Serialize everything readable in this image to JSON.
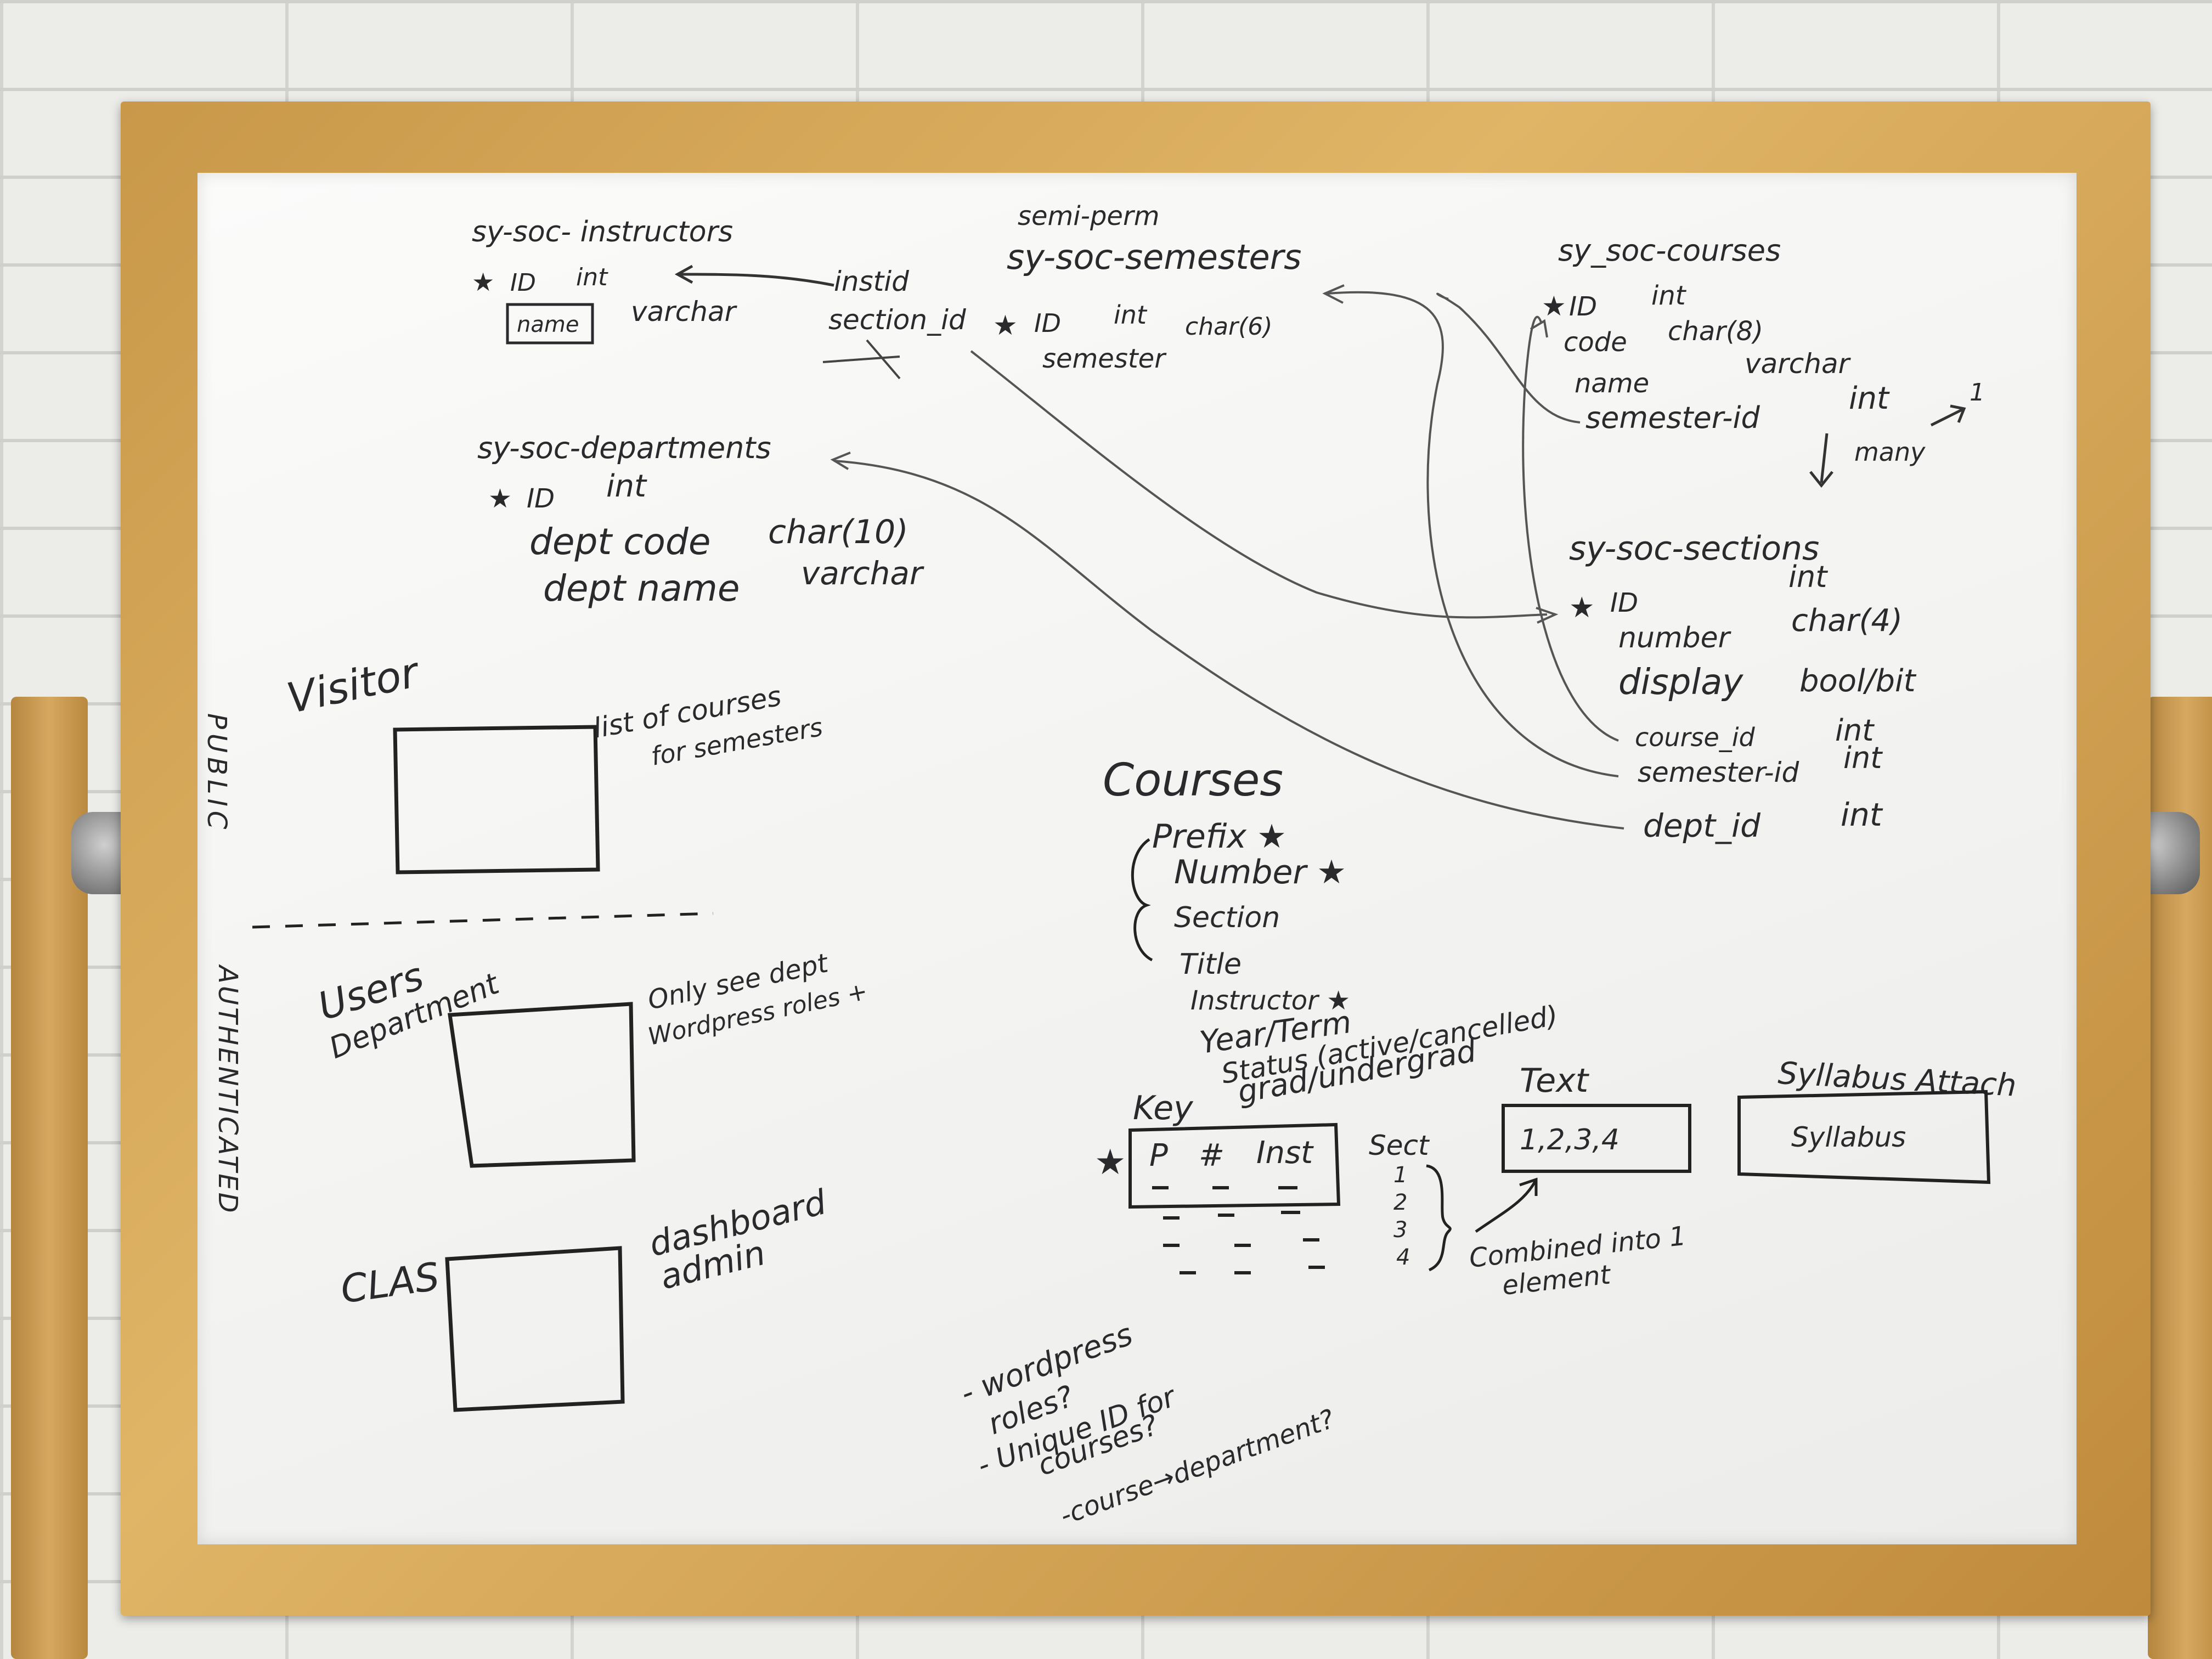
{
  "instructors_table": {
    "title": "sy-soc- instructors",
    "rows": [
      {
        "name": "ID",
        "type": "int",
        "key": "★"
      },
      {
        "name": "name",
        "type": "varchar"
      }
    ]
  },
  "fk_note": {
    "line1": "instid",
    "line2": "section_id"
  },
  "semesters_table": {
    "note": "semi-perm",
    "title": "sy-soc-semesters",
    "rows": [
      {
        "name": "ID",
        "type": "int",
        "key": "★"
      },
      {
        "name": "semester",
        "type": "char(6)"
      }
    ]
  },
  "courses_table": {
    "title": "sy_soc-courses",
    "rows": [
      {
        "name": "ID",
        "type": "int",
        "key": "★"
      },
      {
        "name": "code",
        "type": "char(8)"
      },
      {
        "name": "name",
        "type": "varchar"
      },
      {
        "name": "semester-id",
        "type": "int"
      }
    ],
    "relation": {
      "many": "many",
      "one": "1"
    }
  },
  "departments_table": {
    "title": "sy-soc-departments",
    "rows": [
      {
        "name": "ID",
        "type": "int",
        "key": "★"
      },
      {
        "name": "dept code",
        "type": "char(10)"
      },
      {
        "name": "dept name",
        "type": "varchar"
      }
    ]
  },
  "sections_table": {
    "title": "sy-soc-sections",
    "rows": [
      {
        "name": "ID",
        "type": "int",
        "key": "★"
      },
      {
        "name": "number",
        "type": "char(4)"
      },
      {
        "name": "display",
        "type": "bool/bit"
      },
      {
        "name": "course_id",
        "type": "int"
      },
      {
        "name": "semester-id",
        "type": "int"
      },
      {
        "name": "dept_id",
        "type": "int"
      }
    ]
  },
  "roles": {
    "public_label": "PUBLIC",
    "authenticated_label": "AUTHENTICATED",
    "visitor": {
      "label": "Visitor",
      "note1": "list of courses",
      "note2": "for semesters"
    },
    "users": {
      "label1": "Users",
      "label2": "Department",
      "note1": "Only see dept",
      "note2": "Wordpress roles +"
    },
    "clas": {
      "label": "CLAS",
      "note1": "dashboard",
      "note2": "admin"
    }
  },
  "courses_fields": {
    "title": "Courses",
    "items": [
      "Prefix ★",
      "Number ★",
      "Section",
      "Title",
      "Instructor ★",
      "Year/Term",
      "Status (active/cancelled)",
      "grad/undergrad"
    ]
  },
  "key_block": {
    "title": "Key",
    "star": "★",
    "cols": [
      "P",
      "#",
      "Inst"
    ]
  },
  "sect_block": {
    "title": "Sect",
    "items": [
      "1",
      "2",
      "3",
      "4"
    ],
    "note1": "Combined into 1",
    "note2": "element"
  },
  "text_block": {
    "title": "Text",
    "value": "1,2,3,4"
  },
  "syllabus_block": {
    "title": "Syllabus Attach",
    "value": "Syllabus"
  },
  "questions": [
    "- wordpress",
    "roles?",
    "- Unique ID for",
    "courses?",
    "-course→department?"
  ]
}
